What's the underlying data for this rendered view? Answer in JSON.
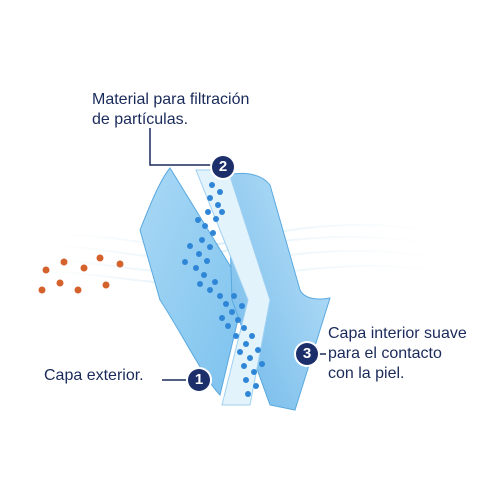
{
  "colors": {
    "text": "#1a2a5a",
    "badge": "#1c2f6b",
    "filter_light": "#a9d8f5",
    "filter_mid": "#7cc2ee",
    "filter_edge": "#5aa9e0",
    "dot_blue": "#2f86d6",
    "dot_orange": "#d4622c"
  },
  "callouts": [
    {
      "number": "2",
      "lines": [
        "Material para filtración",
        "de partículas."
      ]
    },
    {
      "number": "1",
      "lines": [
        "Capa exterior."
      ]
    },
    {
      "number": "3",
      "lines": [
        "Capa interior suave",
        "para el contacto",
        "con la piel."
      ]
    }
  ]
}
